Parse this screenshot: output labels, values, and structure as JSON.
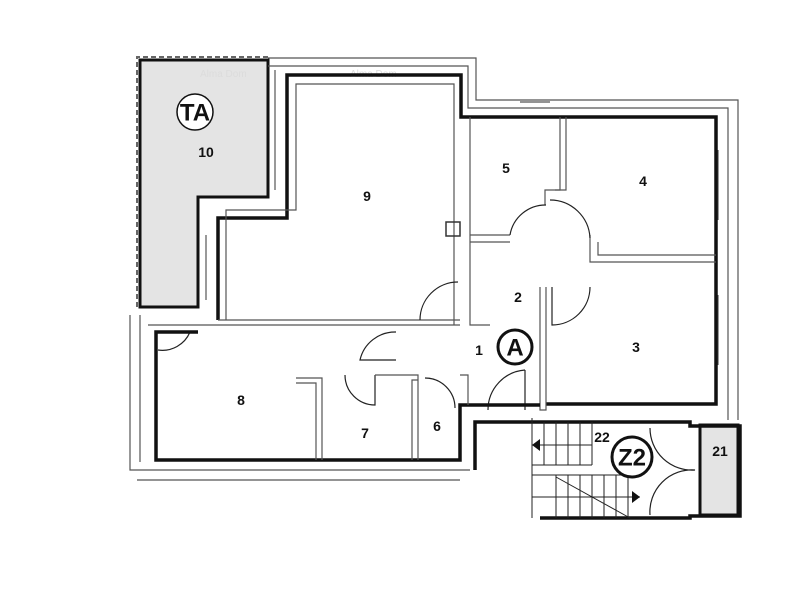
{
  "plan": {
    "watermark": "Alma Dom",
    "zone_markers": [
      {
        "id": "ta",
        "label": "TA"
      },
      {
        "id": "a",
        "label": "A"
      },
      {
        "id": "z2",
        "label": "Z2"
      }
    ],
    "rooms": [
      {
        "id": "r1",
        "label": "1"
      },
      {
        "id": "r2",
        "label": "2"
      },
      {
        "id": "r3",
        "label": "3"
      },
      {
        "id": "r4",
        "label": "4"
      },
      {
        "id": "r5",
        "label": "5"
      },
      {
        "id": "r6",
        "label": "6"
      },
      {
        "id": "r7",
        "label": "7"
      },
      {
        "id": "r8",
        "label": "8"
      },
      {
        "id": "r9",
        "label": "9"
      },
      {
        "id": "r10",
        "label": "10"
      },
      {
        "id": "r21",
        "label": "21"
      },
      {
        "id": "r22",
        "label": "22"
      }
    ],
    "colors": {
      "shaded_area": "#e4e4e4",
      "wall": "#111111"
    }
  }
}
